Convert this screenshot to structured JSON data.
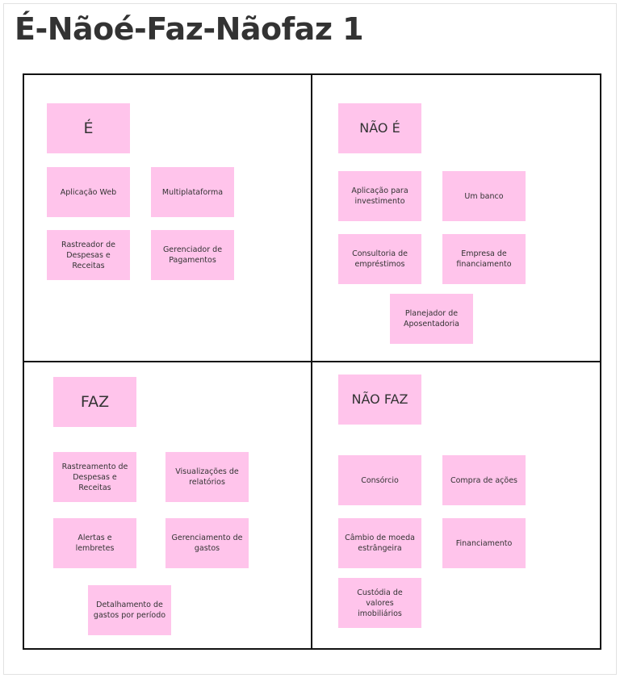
{
  "title": "É-Nãoé-Faz-Nãofaz 1",
  "colors": {
    "sticky_note": "#ffc4eb",
    "grid_line": "#111111",
    "title_text": "#333333"
  },
  "quadrants": {
    "e": {
      "header": "É",
      "notes": [
        "Aplicação Web",
        "Multiplataforma",
        "Rastreador de Despesas e Receitas",
        "Gerenciador de Pagamentos"
      ]
    },
    "nao_e": {
      "header": "NÃO É",
      "notes": [
        "Aplicação para investimento",
        "Um banco",
        "Consultoria de empréstimos",
        "Empresa de financiamento",
        "Planejador de Aposentadoria"
      ]
    },
    "faz": {
      "header": "FAZ",
      "notes": [
        "Rastreamento de Despesas e Receitas",
        "Visualizações de relatórios",
        "Alertas e lembretes",
        "Gerenciamento de gastos",
        "Detalhamento de gastos por período"
      ]
    },
    "nao_faz": {
      "header": "NÃO FAZ",
      "notes": [
        "Consórcio",
        "Compra de ações",
        "Câmbio de moeda estrângeira",
        "Financiamento",
        "Custódia de valores imobiliários"
      ]
    }
  }
}
